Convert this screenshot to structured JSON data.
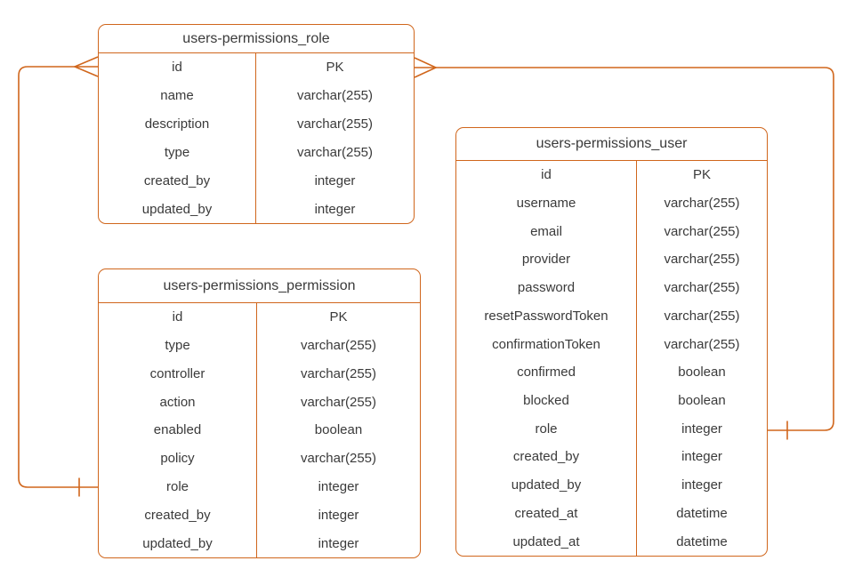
{
  "diagram": {
    "colors": {
      "stroke": "#d0661c",
      "text": "#3a3a3a",
      "background": "#ffffff"
    },
    "tables": [
      {
        "title": "users-permissions_role",
        "rows": [
          [
            "id",
            "PK"
          ],
          [
            "name",
            "varchar(255)"
          ],
          [
            "description",
            "varchar(255)"
          ],
          [
            "type",
            "varchar(255)"
          ],
          [
            "created_by",
            "integer"
          ],
          [
            "updated_by",
            "integer"
          ]
        ]
      },
      {
        "title": "users-permissions_permission",
        "rows": [
          [
            "id",
            "PK"
          ],
          [
            "type",
            "varchar(255)"
          ],
          [
            "controller",
            "varchar(255)"
          ],
          [
            "action",
            "varchar(255)"
          ],
          [
            "enabled",
            "boolean"
          ],
          [
            "policy",
            "varchar(255)"
          ],
          [
            "role",
            "integer"
          ],
          [
            "created_by",
            "integer"
          ],
          [
            "updated_by",
            "integer"
          ]
        ]
      },
      {
        "title": "users-permissions_user",
        "rows": [
          [
            "id",
            "PK"
          ],
          [
            "username",
            "varchar(255)"
          ],
          [
            "email",
            "varchar(255)"
          ],
          [
            "provider",
            "varchar(255)"
          ],
          [
            "password",
            "varchar(255)"
          ],
          [
            "resetPasswordToken",
            "varchar(255)"
          ],
          [
            "confirmationToken",
            "varchar(255)"
          ],
          [
            "confirmed",
            "boolean"
          ],
          [
            "blocked",
            "boolean"
          ],
          [
            "role",
            "integer"
          ],
          [
            "created_by",
            "integer"
          ],
          [
            "updated_by",
            "integer"
          ],
          [
            "created_at",
            "datetime"
          ],
          [
            "updated_at",
            "datetime"
          ]
        ]
      }
    ],
    "relationships": [
      {
        "from_table": "users-permissions_role",
        "from_field": "id",
        "from_cardinality": "many",
        "to_table": "users-permissions_permission",
        "to_field": "role",
        "to_cardinality": "one"
      },
      {
        "from_table": "users-permissions_role",
        "from_field": "id",
        "from_cardinality": "many",
        "to_table": "users-permissions_user",
        "to_field": "role",
        "to_cardinality": "one"
      }
    ]
  }
}
